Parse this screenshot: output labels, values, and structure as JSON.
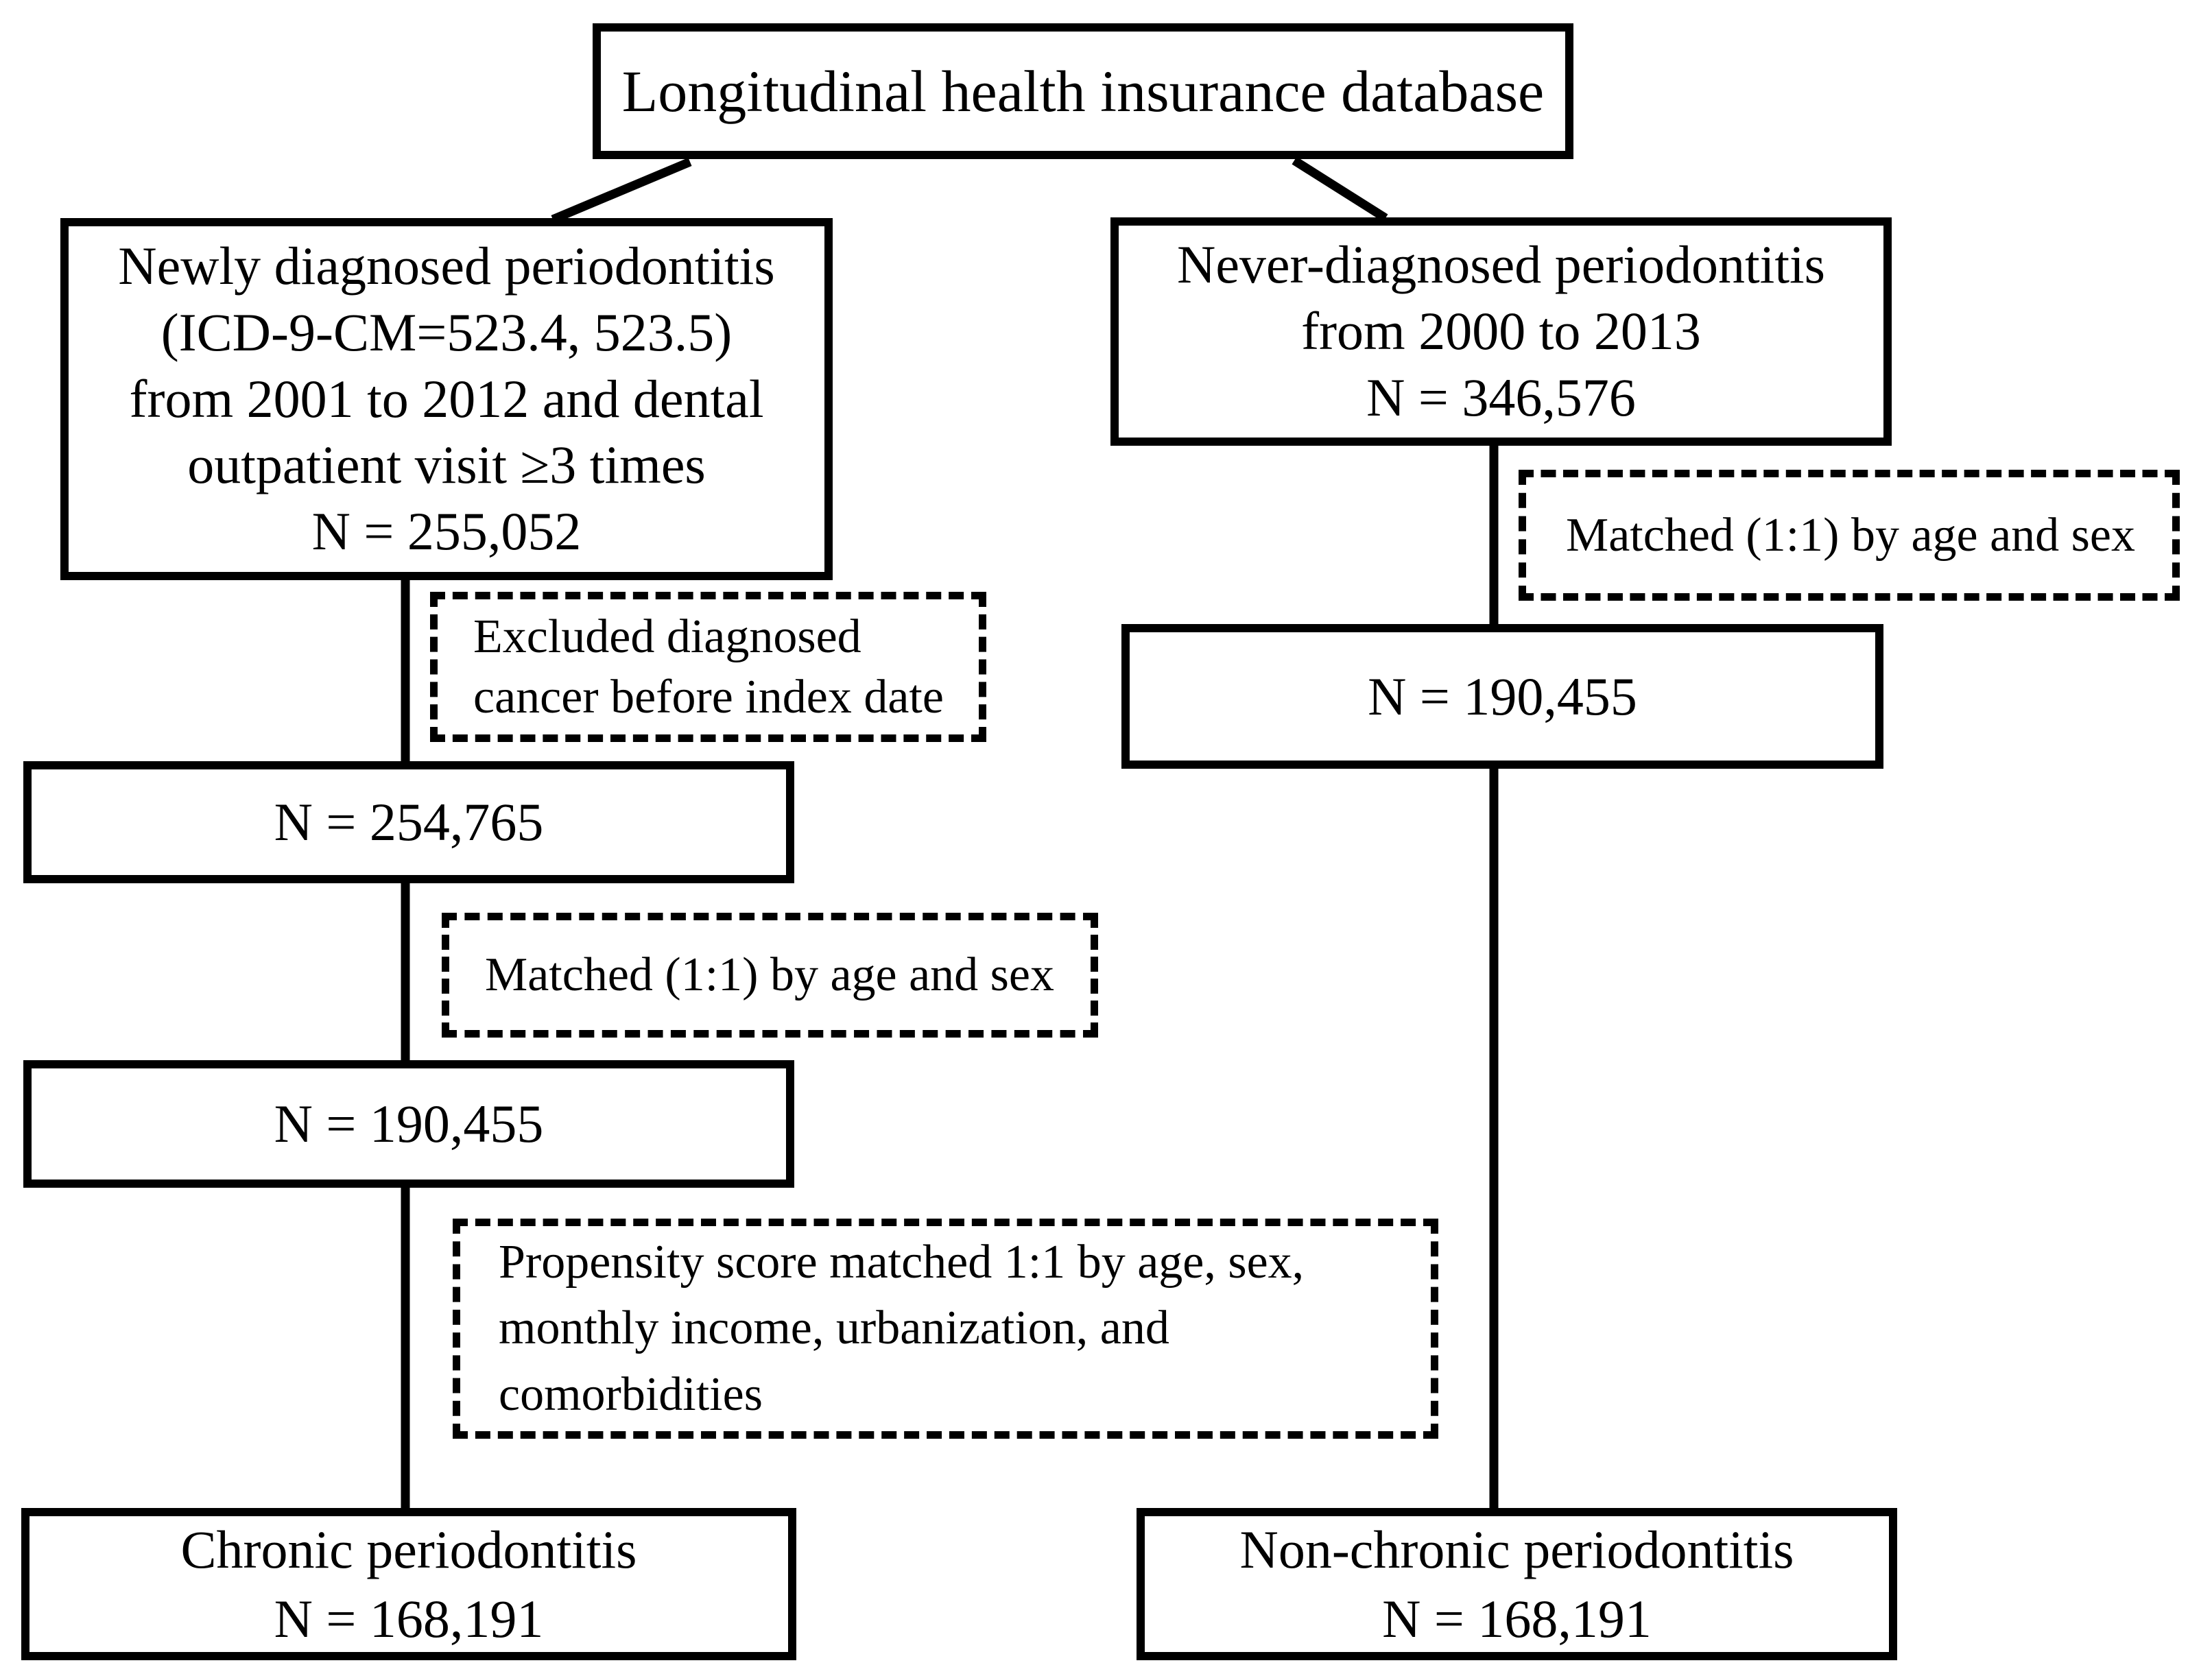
{
  "figure": {
    "type": "cohort-selection-flowchart",
    "colors": {
      "line": "#000000",
      "background": "#ffffff",
      "text": "#000000"
    }
  },
  "nodes": {
    "database": {
      "label": "Longitudinal health insurance database"
    },
    "newly_diagnosed": {
      "lines": [
        "Newly diagnosed periodontitis",
        "(ICD-9-CM=523.4, 523.5)",
        "from 2001 to 2012 and dental",
        "outpatient visit ≥3 times",
        "N = 255,052"
      ]
    },
    "never_diagnosed": {
      "lines": [
        "Never-diagnosed periodontitis",
        "from 2000 to 2013",
        "N = 346,576"
      ]
    },
    "matched_right": {
      "label": "Matched (1:1) by age and sex"
    },
    "n_right": {
      "label": "N = 190,455"
    },
    "excluded_cancer": {
      "lines": [
        "Excluded diagnosed",
        "cancer before index date"
      ]
    },
    "n1_left": {
      "label": "N = 254,765"
    },
    "matched_left": {
      "label": "Matched (1:1) by age and sex"
    },
    "n2_left": {
      "label": "N = 190,455"
    },
    "propensity": {
      "lines": [
        "Propensity score matched 1:1 by age, sex,",
        "monthly income, urbanization, and",
        "comorbidities"
      ]
    },
    "chronic": {
      "lines": [
        "Chronic periodontitis",
        "N = 168,191"
      ]
    },
    "non_chronic": {
      "lines": [
        "Non-chronic periodontitis",
        "N = 168,191"
      ]
    }
  }
}
